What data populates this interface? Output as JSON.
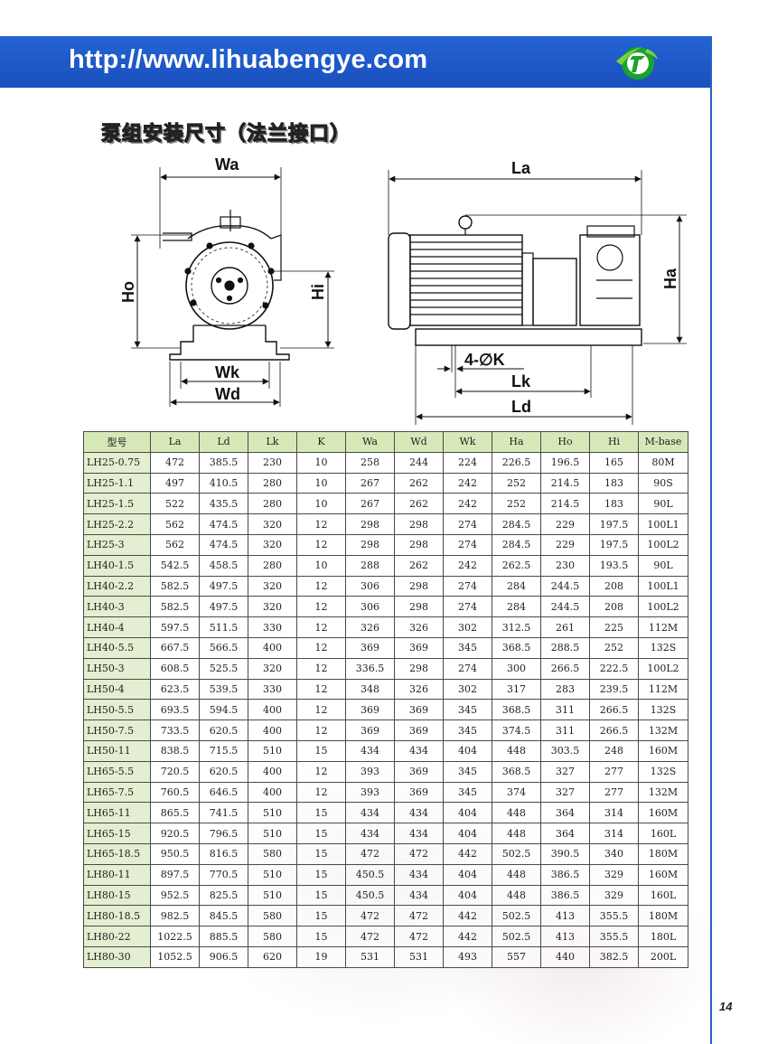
{
  "header": {
    "url": "http://www.lihuabengye.com",
    "band_color": "#1c57c7",
    "logo_icon": "green-pump-logo-icon"
  },
  "section_title": "泵组安装尺寸（法兰接口）",
  "drawing_labels": {
    "wa": "Wa",
    "ho": "Ho",
    "hi": "Hi",
    "wk": "Wk",
    "wd": "Wd",
    "la": "La",
    "ha": "Ha",
    "bolt": "4-∅K",
    "lk": "Lk",
    "ld": "Ld"
  },
  "table": {
    "headers": [
      "型号",
      "La",
      "Ld",
      "Lk",
      "K",
      "Wa",
      "Wd",
      "Wk",
      "Ha",
      "Ho",
      "Hi",
      "M-base"
    ],
    "rows": [
      [
        "LH25-0.75",
        "472",
        "385.5",
        "230",
        "10",
        "258",
        "244",
        "224",
        "226.5",
        "196.5",
        "165",
        "80M"
      ],
      [
        "LH25-1.1",
        "497",
        "410.5",
        "280",
        "10",
        "267",
        "262",
        "242",
        "252",
        "214.5",
        "183",
        "90S"
      ],
      [
        "LH25-1.5",
        "522",
        "435.5",
        "280",
        "10",
        "267",
        "262",
        "242",
        "252",
        "214.5",
        "183",
        "90L"
      ],
      [
        "LH25-2.2",
        "562",
        "474.5",
        "320",
        "12",
        "298",
        "298",
        "274",
        "284.5",
        "229",
        "197.5",
        "100L1"
      ],
      [
        "LH25-3",
        "562",
        "474.5",
        "320",
        "12",
        "298",
        "298",
        "274",
        "284.5",
        "229",
        "197.5",
        "100L2"
      ],
      [
        "LH40-1.5",
        "542.5",
        "458.5",
        "280",
        "10",
        "288",
        "262",
        "242",
        "262.5",
        "230",
        "193.5",
        "90L"
      ],
      [
        "LH40-2.2",
        "582.5",
        "497.5",
        "320",
        "12",
        "306",
        "298",
        "274",
        "284",
        "244.5",
        "208",
        "100L1"
      ],
      [
        "LH40-3",
        "582.5",
        "497.5",
        "320",
        "12",
        "306",
        "298",
        "274",
        "284",
        "244.5",
        "208",
        "100L2"
      ],
      [
        "LH40-4",
        "597.5",
        "511.5",
        "330",
        "12",
        "326",
        "326",
        "302",
        "312.5",
        "261",
        "225",
        "112M"
      ],
      [
        "LH40-5.5",
        "667.5",
        "566.5",
        "400",
        "12",
        "369",
        "369",
        "345",
        "368.5",
        "288.5",
        "252",
        "132S"
      ],
      [
        "LH50-3",
        "608.5",
        "525.5",
        "320",
        "12",
        "336.5",
        "298",
        "274",
        "300",
        "266.5",
        "222.5",
        "100L2"
      ],
      [
        "LH50-4",
        "623.5",
        "539.5",
        "330",
        "12",
        "348",
        "326",
        "302",
        "317",
        "283",
        "239.5",
        "112M"
      ],
      [
        "LH50-5.5",
        "693.5",
        "594.5",
        "400",
        "12",
        "369",
        "369",
        "345",
        "368.5",
        "311",
        "266.5",
        "132S"
      ],
      [
        "LH50-7.5",
        "733.5",
        "620.5",
        "400",
        "12",
        "369",
        "369",
        "345",
        "374.5",
        "311",
        "266.5",
        "132M"
      ],
      [
        "LH50-11",
        "838.5",
        "715.5",
        "510",
        "15",
        "434",
        "434",
        "404",
        "448",
        "303.5",
        "248",
        "160M"
      ],
      [
        "LH65-5.5",
        "720.5",
        "620.5",
        "400",
        "12",
        "393",
        "369",
        "345",
        "368.5",
        "327",
        "277",
        "132S"
      ],
      [
        "LH65-7.5",
        "760.5",
        "646.5",
        "400",
        "12",
        "393",
        "369",
        "345",
        "374",
        "327",
        "277",
        "132M"
      ],
      [
        "LH65-11",
        "865.5",
        "741.5",
        "510",
        "15",
        "434",
        "434",
        "404",
        "448",
        "364",
        "314",
        "160M"
      ],
      [
        "LH65-15",
        "920.5",
        "796.5",
        "510",
        "15",
        "434",
        "434",
        "404",
        "448",
        "364",
        "314",
        "160L"
      ],
      [
        "LH65-18.5",
        "950.5",
        "816.5",
        "580",
        "15",
        "472",
        "472",
        "442",
        "502.5",
        "390.5",
        "340",
        "180M"
      ],
      [
        "LH80-11",
        "897.5",
        "770.5",
        "510",
        "15",
        "450.5",
        "434",
        "404",
        "448",
        "386.5",
        "329",
        "160M"
      ],
      [
        "LH80-15",
        "952.5",
        "825.5",
        "510",
        "15",
        "450.5",
        "434",
        "404",
        "448",
        "386.5",
        "329",
        "160L"
      ],
      [
        "LH80-18.5",
        "982.5",
        "845.5",
        "580",
        "15",
        "472",
        "472",
        "442",
        "502.5",
        "413",
        "355.5",
        "180M"
      ],
      [
        "LH80-22",
        "1022.5",
        "885.5",
        "580",
        "15",
        "472",
        "472",
        "442",
        "502.5",
        "413",
        "355.5",
        "180L"
      ],
      [
        "LH80-30",
        "1052.5",
        "906.5",
        "620",
        "19",
        "531",
        "531",
        "493",
        "557",
        "440",
        "382.5",
        "200L"
      ]
    ]
  },
  "page_number": "14"
}
